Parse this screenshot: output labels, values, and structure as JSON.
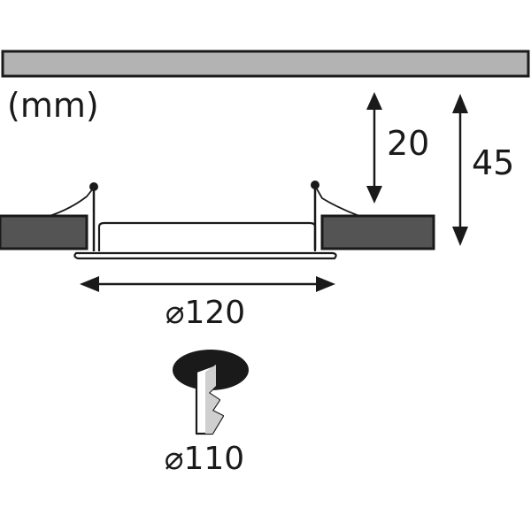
{
  "units_label": "(mm)",
  "dimensions": {
    "recess_depth": "20",
    "total_height": "45",
    "outer_diameter": "⌀120",
    "cutout_diameter": "⌀110"
  },
  "colors": {
    "ceiling_top_fill": "#b3b3b3",
    "ceiling_side_fill": "#545454",
    "outline": "#1a1a1a",
    "background": "#ffffff"
  },
  "icons": [
    "drill-cutout-icon"
  ]
}
